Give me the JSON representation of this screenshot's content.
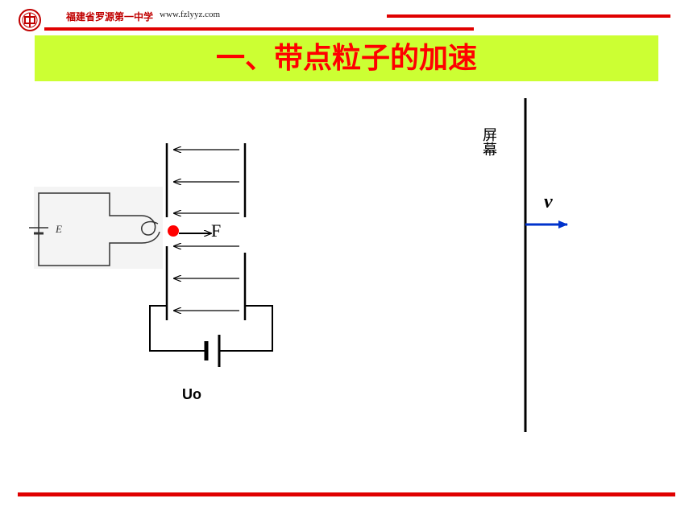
{
  "header": {
    "school_name": "福建省罗源第一中学",
    "school_url": "www.fzlyyz.com"
  },
  "slide": {
    "title": "一、带点粒子的加速"
  },
  "diagram": {
    "force_label": "F",
    "source_label": "E",
    "voltage_label": "Uo",
    "screen_label": "屏幕",
    "velocity_label": "v",
    "field_arrow_count": 6,
    "colors": {
      "accent_red": "#e00000",
      "title_red": "#ff0000",
      "title_bg": "#ccff33",
      "particle": "#ff0000",
      "velocity_arrow": "#0033cc"
    }
  }
}
